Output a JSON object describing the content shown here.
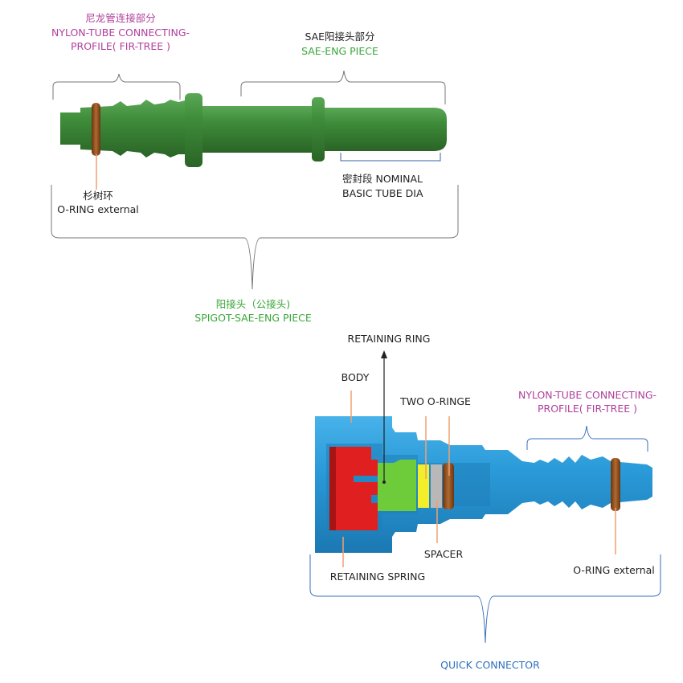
{
  "colors": {
    "magenta": "#b0409c",
    "green_text": "#3aa63a",
    "dark_text": "#222222",
    "blue_text": "#2d6fc0",
    "spigot_green": "#3e8a3a",
    "connector_blue": "#2b9ad6",
    "retainer_red": "#e02020",
    "ring_green": "#6ecb3a",
    "oring_yellow": "#f2ee2a",
    "spacer_grey": "#b8b8b8",
    "oring_brown": "#8a4a1c",
    "pointer_orange": "#f0a070"
  },
  "spigot_labels": {
    "nylon_cn": "尼龙管连接部分",
    "nylon_en_1": "NYLON-TUBE CONNECTING-",
    "nylon_en_2": "PROFILE( FIR-TREE )",
    "sae_cn": "SAE阳接头部分",
    "sae_en": "SAE-ENG PIECE",
    "oring_cn": "杉树环",
    "oring_en": "O-RING external",
    "seal_1": "密封段 NOMINAL",
    "seal_2": "BASIC TUBE DIA",
    "spigot_cn": "阳接头（公接头)",
    "spigot_en": "SPIGOT-SAE-ENG PIECE"
  },
  "connector_labels": {
    "retaining_ring": "RETAINING RING",
    "body": "BODY",
    "two_oring": "TWO O-RINGE",
    "nylon_1": "NYLON-TUBE CONNECTING-",
    "nylon_2": "PROFILE( FIR-TREE )",
    "spacer": "SPACER",
    "retaining_spring": "RETAINING SPRING",
    "oring_external": "O-RING external",
    "quick_connector": "QUICK CONNECTOR"
  }
}
